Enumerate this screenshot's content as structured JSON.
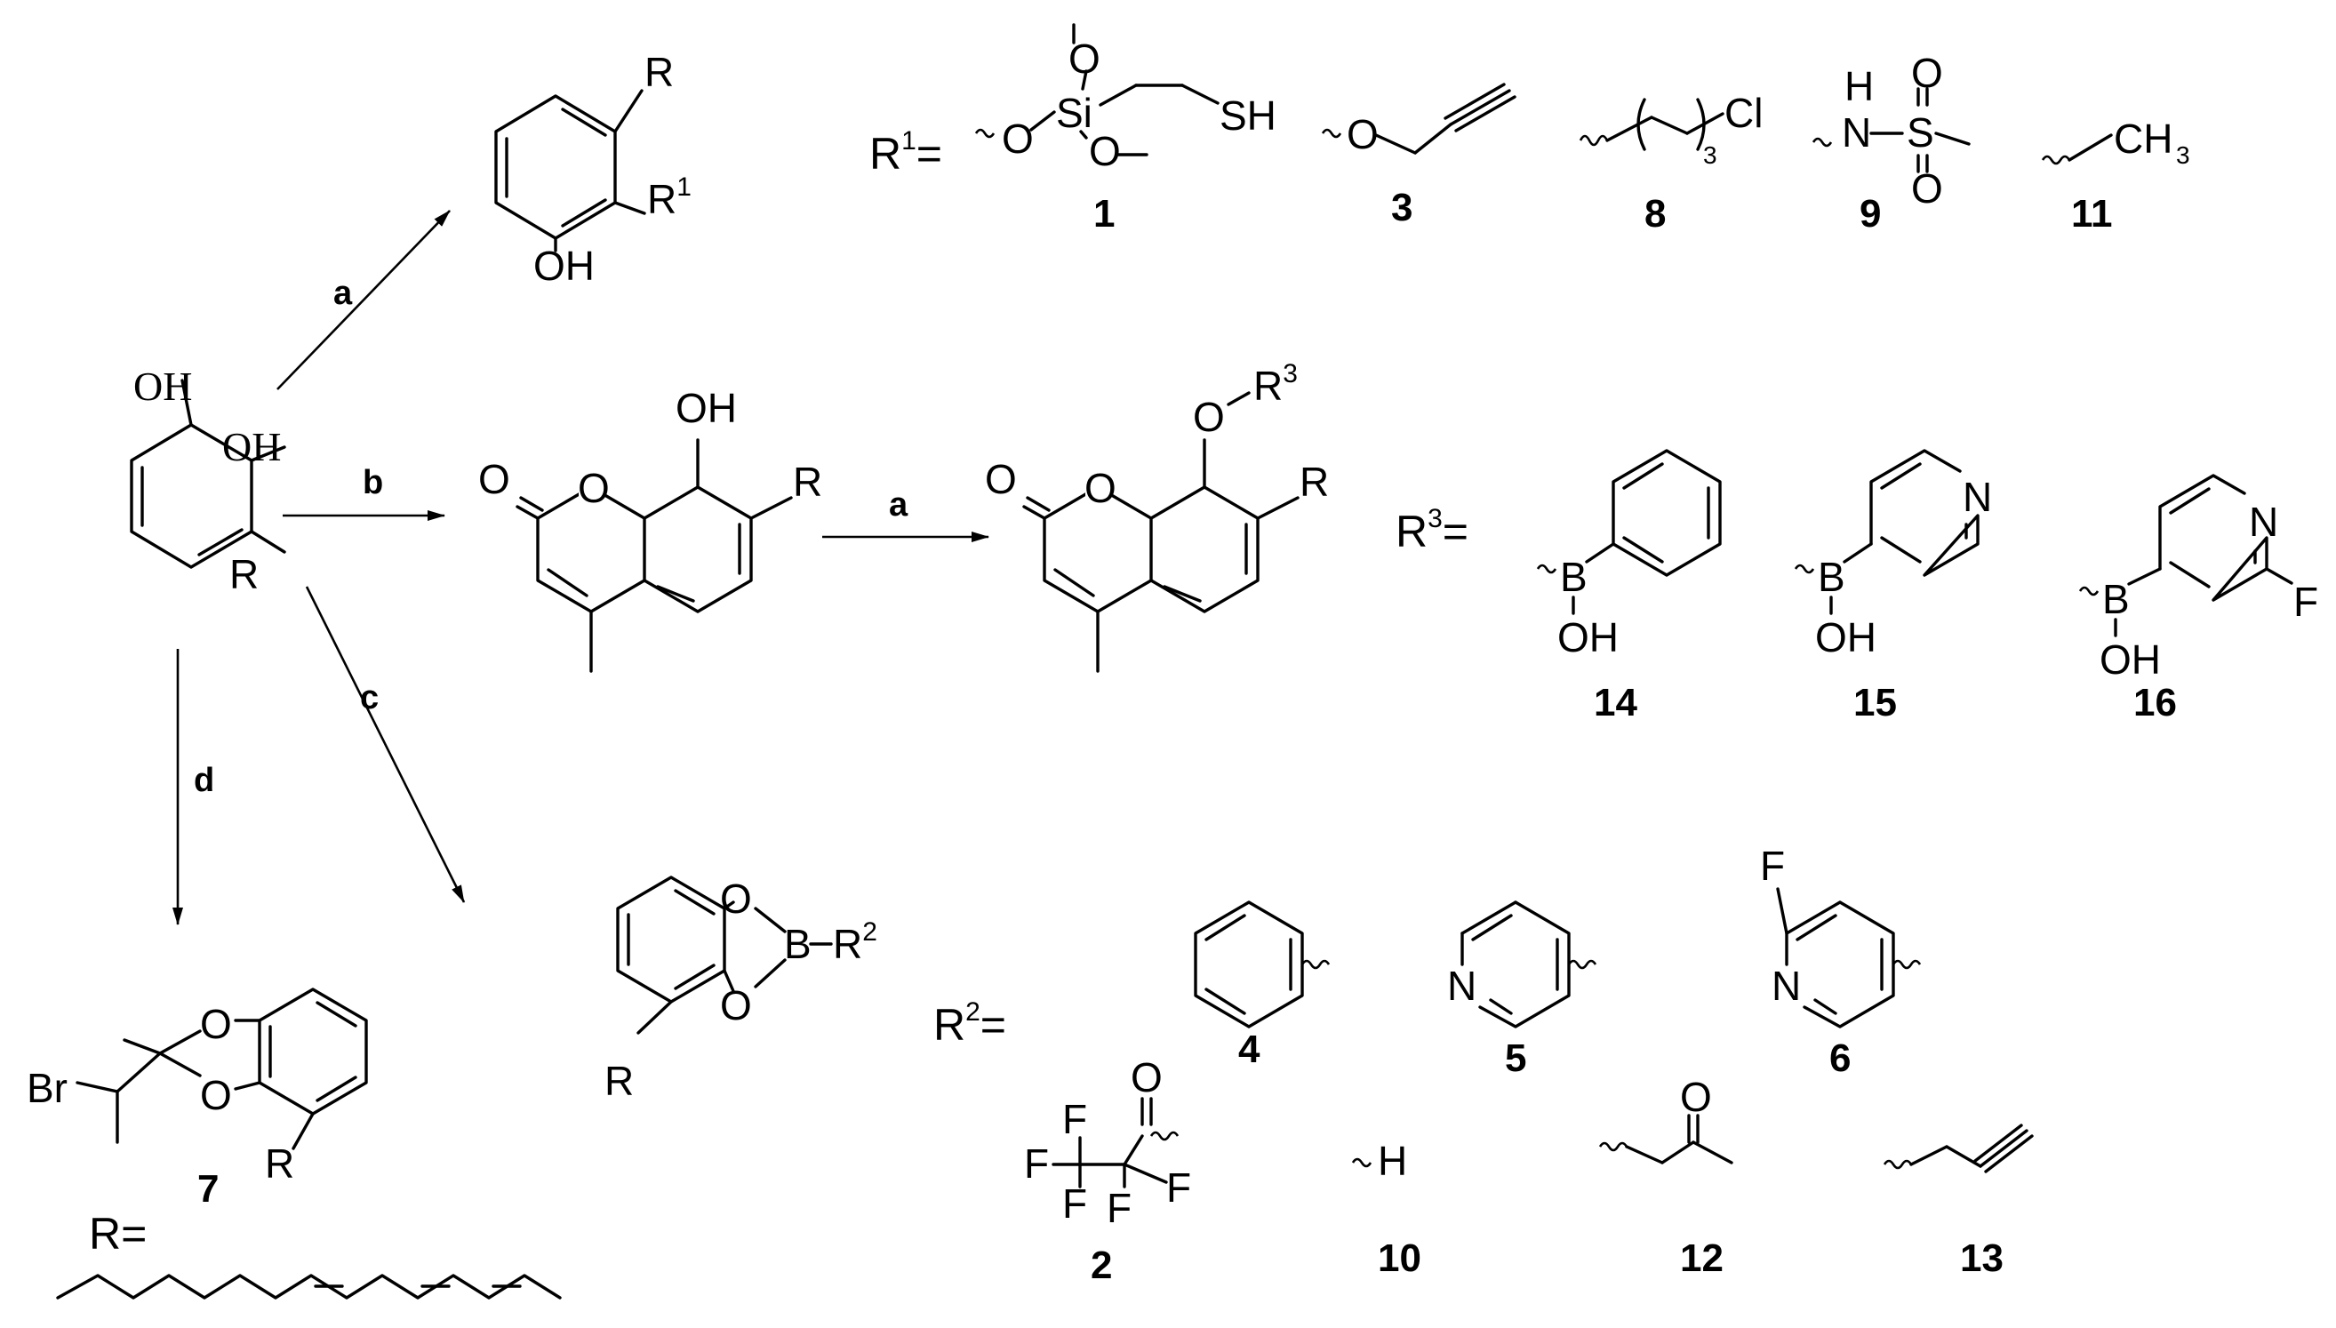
{
  "compound_labels": {
    "c1": "1",
    "c2": "2",
    "c3": "3",
    "c4": "4",
    "c5": "5",
    "c6": "6",
    "c7": "7",
    "c8": "8",
    "c9": "9",
    "c10": "10",
    "c11": "11",
    "c12": "12",
    "c13": "13",
    "c14": "14",
    "c15": "15",
    "c16": "16"
  },
  "step_labels": {
    "a": "a",
    "b": "b",
    "c": "c",
    "d": "d",
    "a2": "a"
  },
  "group_labels": {
    "r1": "R",
    "r1_sup": "1",
    "r2": "R",
    "r2_sup": "2",
    "r3": "R",
    "r3_sup": "3",
    "eq": "=",
    "r_def": "R="
  },
  "atoms": {
    "R": "R",
    "OH": "OH",
    "O": "O",
    "N": "N",
    "F": "F",
    "B": "B",
    "Br": "Br",
    "Si": "Si",
    "SH": "SH",
    "Cl": "Cl",
    "H": "H",
    "S": "S",
    "CH": "CH",
    "sub3": "3"
  }
}
